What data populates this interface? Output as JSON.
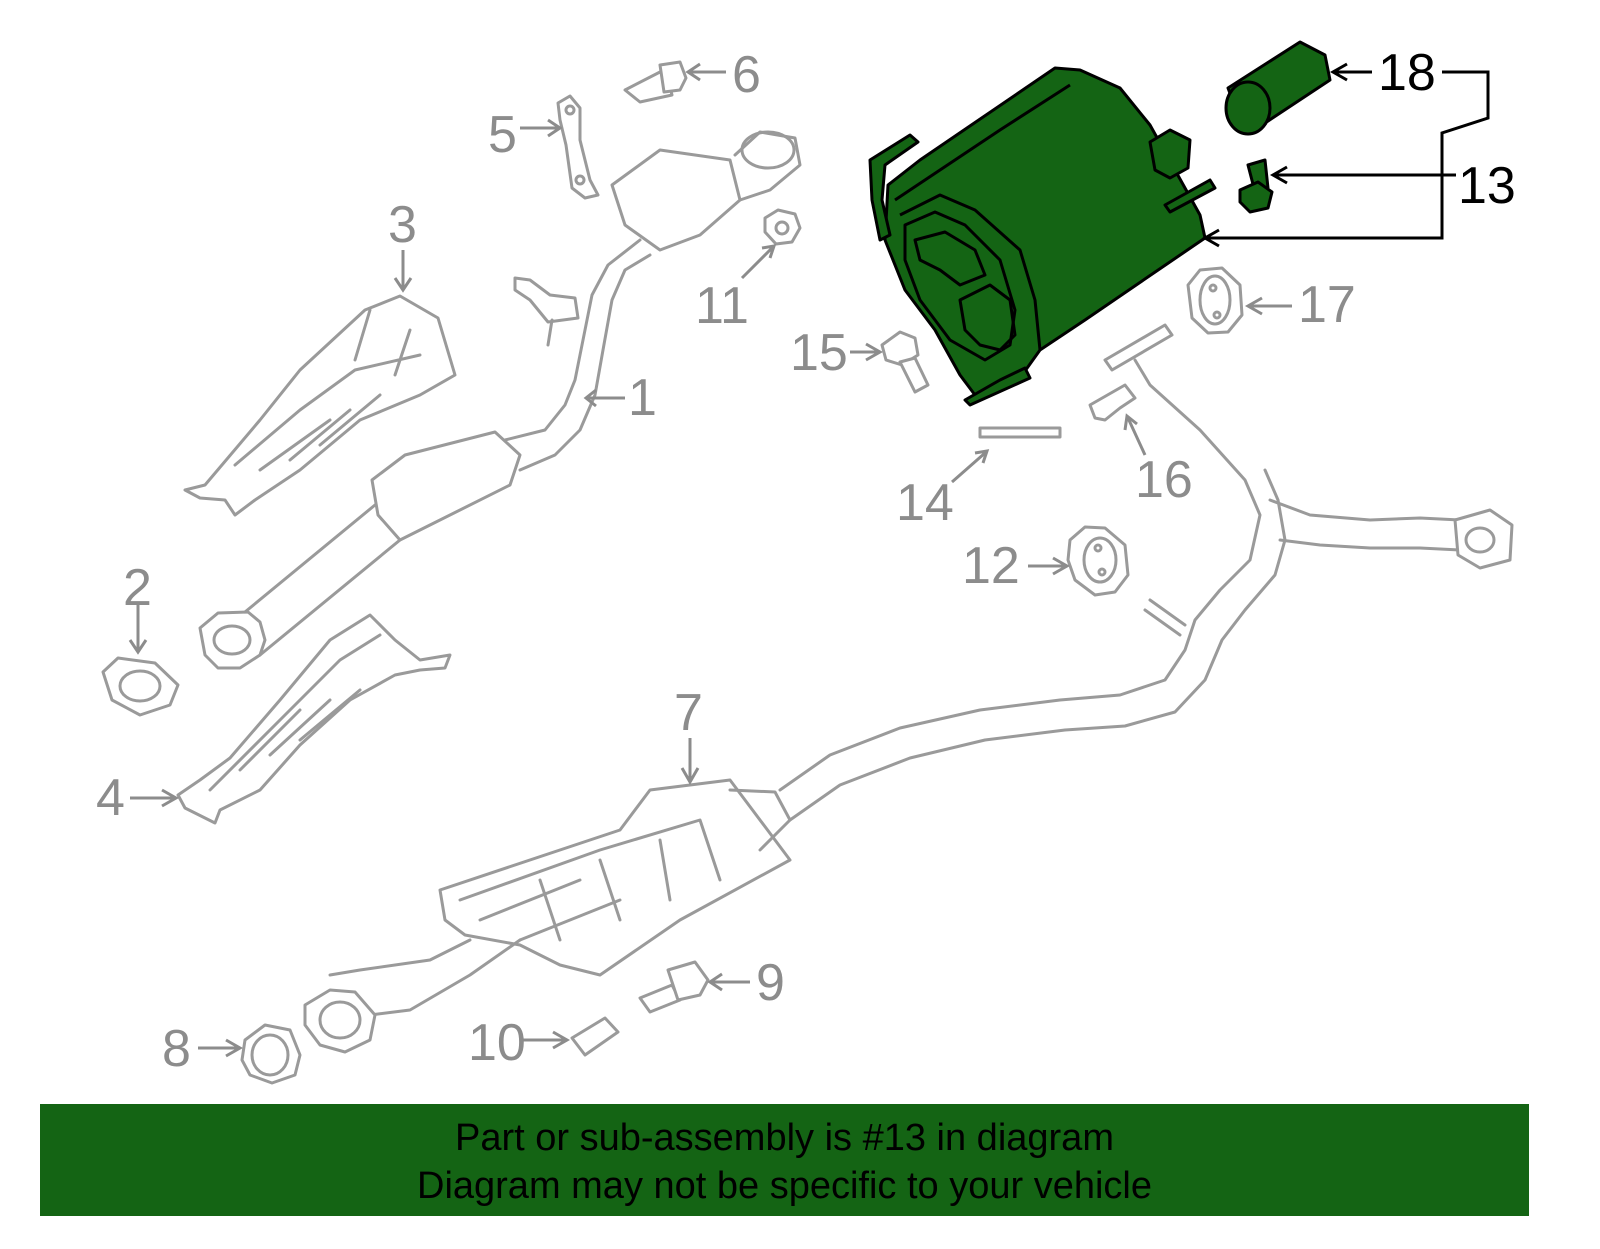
{
  "diagram": {
    "highlight_color": "#146414",
    "line_color": "#9a9a9a",
    "callouts": [
      {
        "id": "c1",
        "label": "1"
      },
      {
        "id": "c2",
        "label": "2"
      },
      {
        "id": "c3",
        "label": "3"
      },
      {
        "id": "c4",
        "label": "4"
      },
      {
        "id": "c5",
        "label": "5"
      },
      {
        "id": "c6",
        "label": "6"
      },
      {
        "id": "c7",
        "label": "7"
      },
      {
        "id": "c8",
        "label": "8"
      },
      {
        "id": "c9",
        "label": "9"
      },
      {
        "id": "c10",
        "label": "10"
      },
      {
        "id": "c11",
        "label": "11"
      },
      {
        "id": "c12",
        "label": "12"
      },
      {
        "id": "c13",
        "label": "13"
      },
      {
        "id": "c14",
        "label": "14"
      },
      {
        "id": "c15",
        "label": "15"
      },
      {
        "id": "c16",
        "label": "16"
      },
      {
        "id": "c17",
        "label": "17"
      },
      {
        "id": "c18",
        "label": "18"
      }
    ]
  },
  "footer": {
    "line1": "Part or sub-assembly is #13 in diagram",
    "line2": "Diagram may not be specific to your vehicle"
  }
}
